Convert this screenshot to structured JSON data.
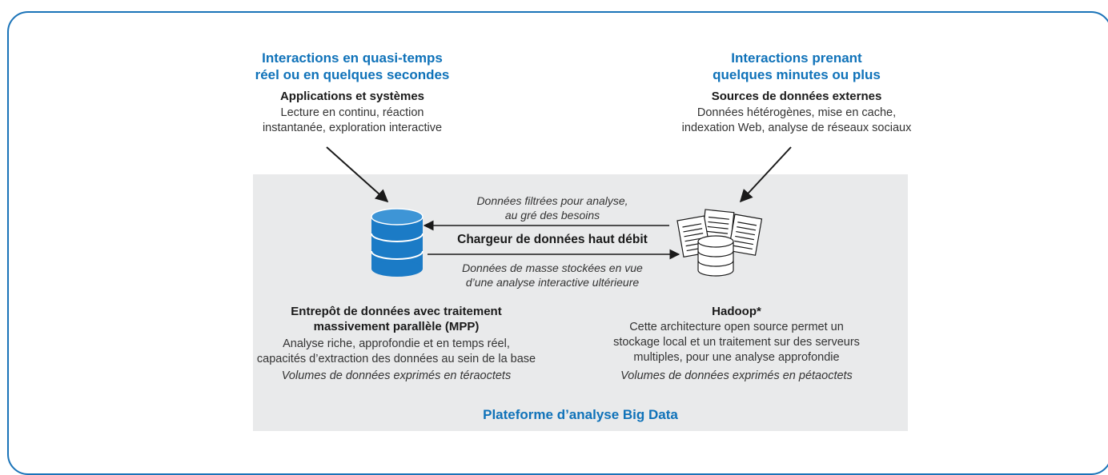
{
  "left_top": {
    "title_line1": "Interactions en quasi-temps",
    "title_line2": "réel ou en quelques secondes",
    "subtitle": "Applications et systèmes",
    "desc_line1": "Lecture en continu, réaction",
    "desc_line2": "instantanée, exploration interactive"
  },
  "right_top": {
    "title_line1": "Interactions prenant",
    "title_line2": "quelques minutes ou plus",
    "subtitle": "Sources de données externes",
    "desc_line1": "Données hétérogènes, mise en cache,",
    "desc_line2": "indexation Web, analyse de réseaux sociaux"
  },
  "flow": {
    "top_line1": "Données filtrées pour analyse,",
    "top_line2": "au gré des besoins",
    "center": "Chargeur de données haut débit",
    "bottom_line1": "Données de masse stockées en vue",
    "bottom_line2": "d’une analyse interactive ultérieure"
  },
  "mpp": {
    "title_line1": "Entrepôt de données avec traitement",
    "title_line2": "massivement parallèle (MPP)",
    "desc_line1": "Analyse riche, approfondie et en temps réel,",
    "desc_line2": "capacités d’extraction des données au sein de la base",
    "volume": "Volumes de données exprimés en téraoctets"
  },
  "hadoop": {
    "title": "Hadoop*",
    "desc_line1": "Cette architecture open source permet un",
    "desc_line2": "stockage local et un traitement sur des serveurs",
    "desc_line3": "multiples, pour une analyse approfondie",
    "volume": "Volumes de données exprimés en pétaoctets"
  },
  "platform_label": "Plateforme d’analyse Big Data",
  "colors": {
    "accent_blue": "#0f72b9",
    "db_blue": "#1b7bc6",
    "frame_blue": "#1a73b8",
    "platform_gray": "#e9eaeb"
  },
  "icons": {
    "mpp": "database-icon",
    "hadoop": "documents-database-icon"
  }
}
